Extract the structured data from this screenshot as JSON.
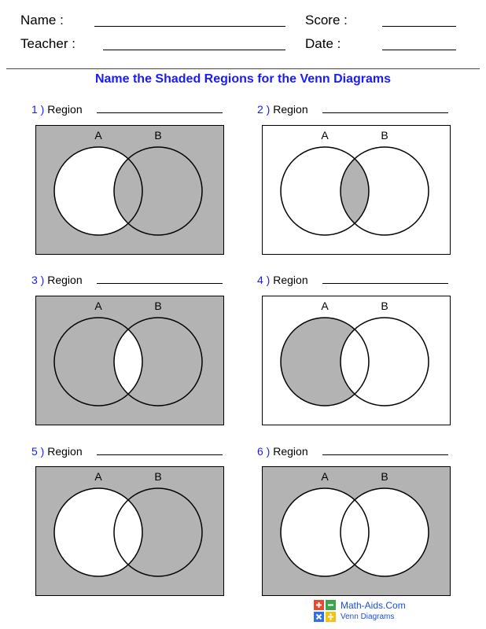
{
  "header": {
    "name_label": "Name :",
    "teacher_label": "Teacher :",
    "score_label": "Score :",
    "date_label": "Date :"
  },
  "title": "Name the Shaded Regions for the Venn Diagrams",
  "colors": {
    "title": "#1a1aff",
    "shade": "#b3b3b3",
    "logo_text": "#1a4fd0"
  },
  "problems": [
    {
      "number": "1 )",
      "label": "Region",
      "set_a": "A",
      "set_b": "B",
      "shaded": [
        "B_only",
        "A_and_B",
        "outside"
      ]
    },
    {
      "number": "2 )",
      "label": "Region",
      "set_a": "A",
      "set_b": "B",
      "shaded": [
        "A_and_B"
      ]
    },
    {
      "number": "3 )",
      "label": "Region",
      "set_a": "A",
      "set_b": "B",
      "shaded": [
        "A_only",
        "B_only",
        "outside"
      ]
    },
    {
      "number": "4 )",
      "label": "Region",
      "set_a": "A",
      "set_b": "B",
      "shaded": [
        "A_only"
      ]
    },
    {
      "number": "5 )",
      "label": "Region",
      "set_a": "A",
      "set_b": "B",
      "shaded": [
        "B_only",
        "outside"
      ]
    },
    {
      "number": "6 )",
      "label": "Region",
      "set_a": "A",
      "set_b": "B",
      "shaded": [
        "outside"
      ]
    }
  ],
  "footer": {
    "site": "Math-Aids.Com",
    "subtitle": "Venn Diagrams",
    "logo_icon": "math-operations-icon"
  }
}
